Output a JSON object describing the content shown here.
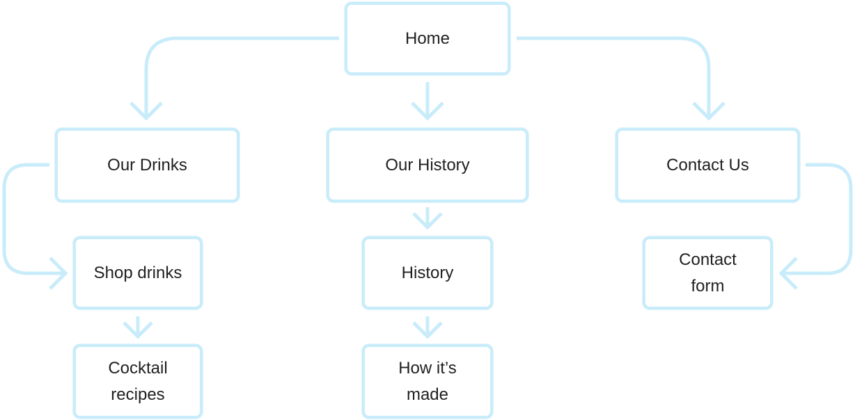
{
  "nodes": {
    "home": "Home",
    "our_drinks": "Our Drinks",
    "our_history": "Our History",
    "contact_us": "Contact Us",
    "shop_drinks": "Shop drinks",
    "history": "History",
    "contact_form": "Contact\nform",
    "cocktail_recipes": "Cocktail\nrecipes",
    "how_its_made": "How it’s\nmade"
  },
  "colors": {
    "connector": "#c9ecfa",
    "text": "#1f1f1f"
  }
}
